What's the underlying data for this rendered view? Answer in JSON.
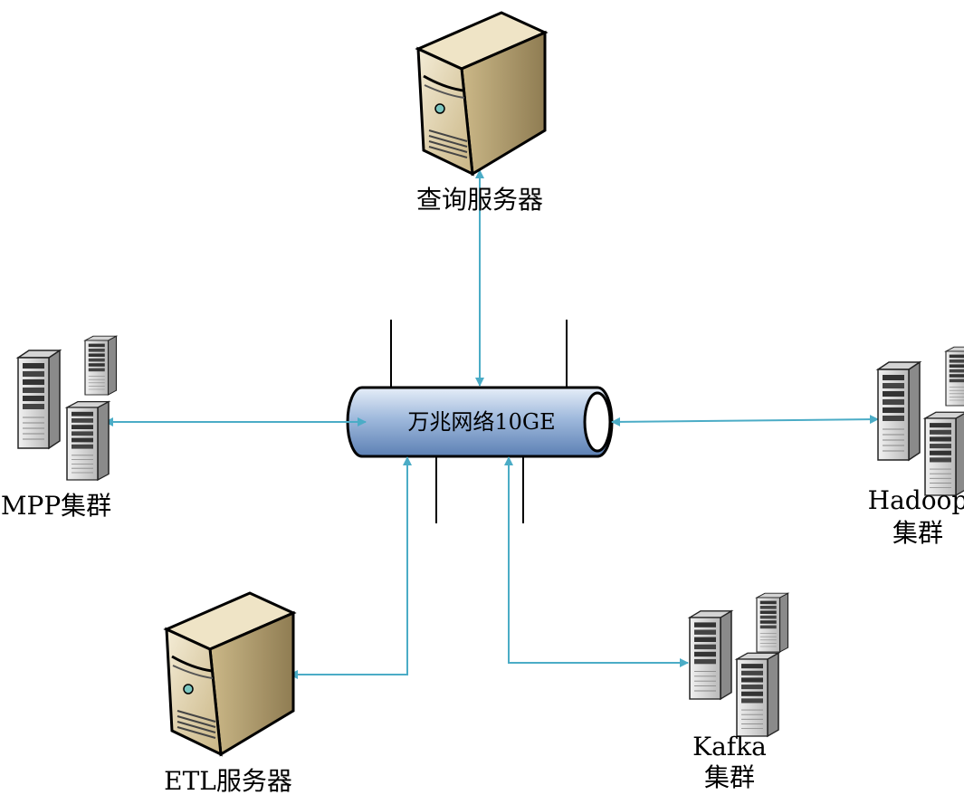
{
  "network": {
    "label": "万兆网络10GE"
  },
  "nodes": {
    "query_server": {
      "label": "查询服务器",
      "icon": "tower-server-icon"
    },
    "mpp_cluster": {
      "label": "MPP集群",
      "icon": "server-cluster-icon"
    },
    "hadoop_cluster": {
      "label_line1": "Hadoop",
      "label_line2": "集群",
      "icon": "server-cluster-icon"
    },
    "etl_server": {
      "label": "ETL服务器",
      "icon": "tower-server-icon"
    },
    "kafka_cluster": {
      "label_line1": "Kafka",
      "label_line2": "集群",
      "icon": "server-cluster-icon"
    }
  },
  "colors": {
    "connector": "#4bacc6",
    "bus_fill_light": "#d6e4f4",
    "bus_fill_dark": "#6e93c4",
    "server_body": "#d9c9a0",
    "rack_body": "#c8c8c8"
  }
}
